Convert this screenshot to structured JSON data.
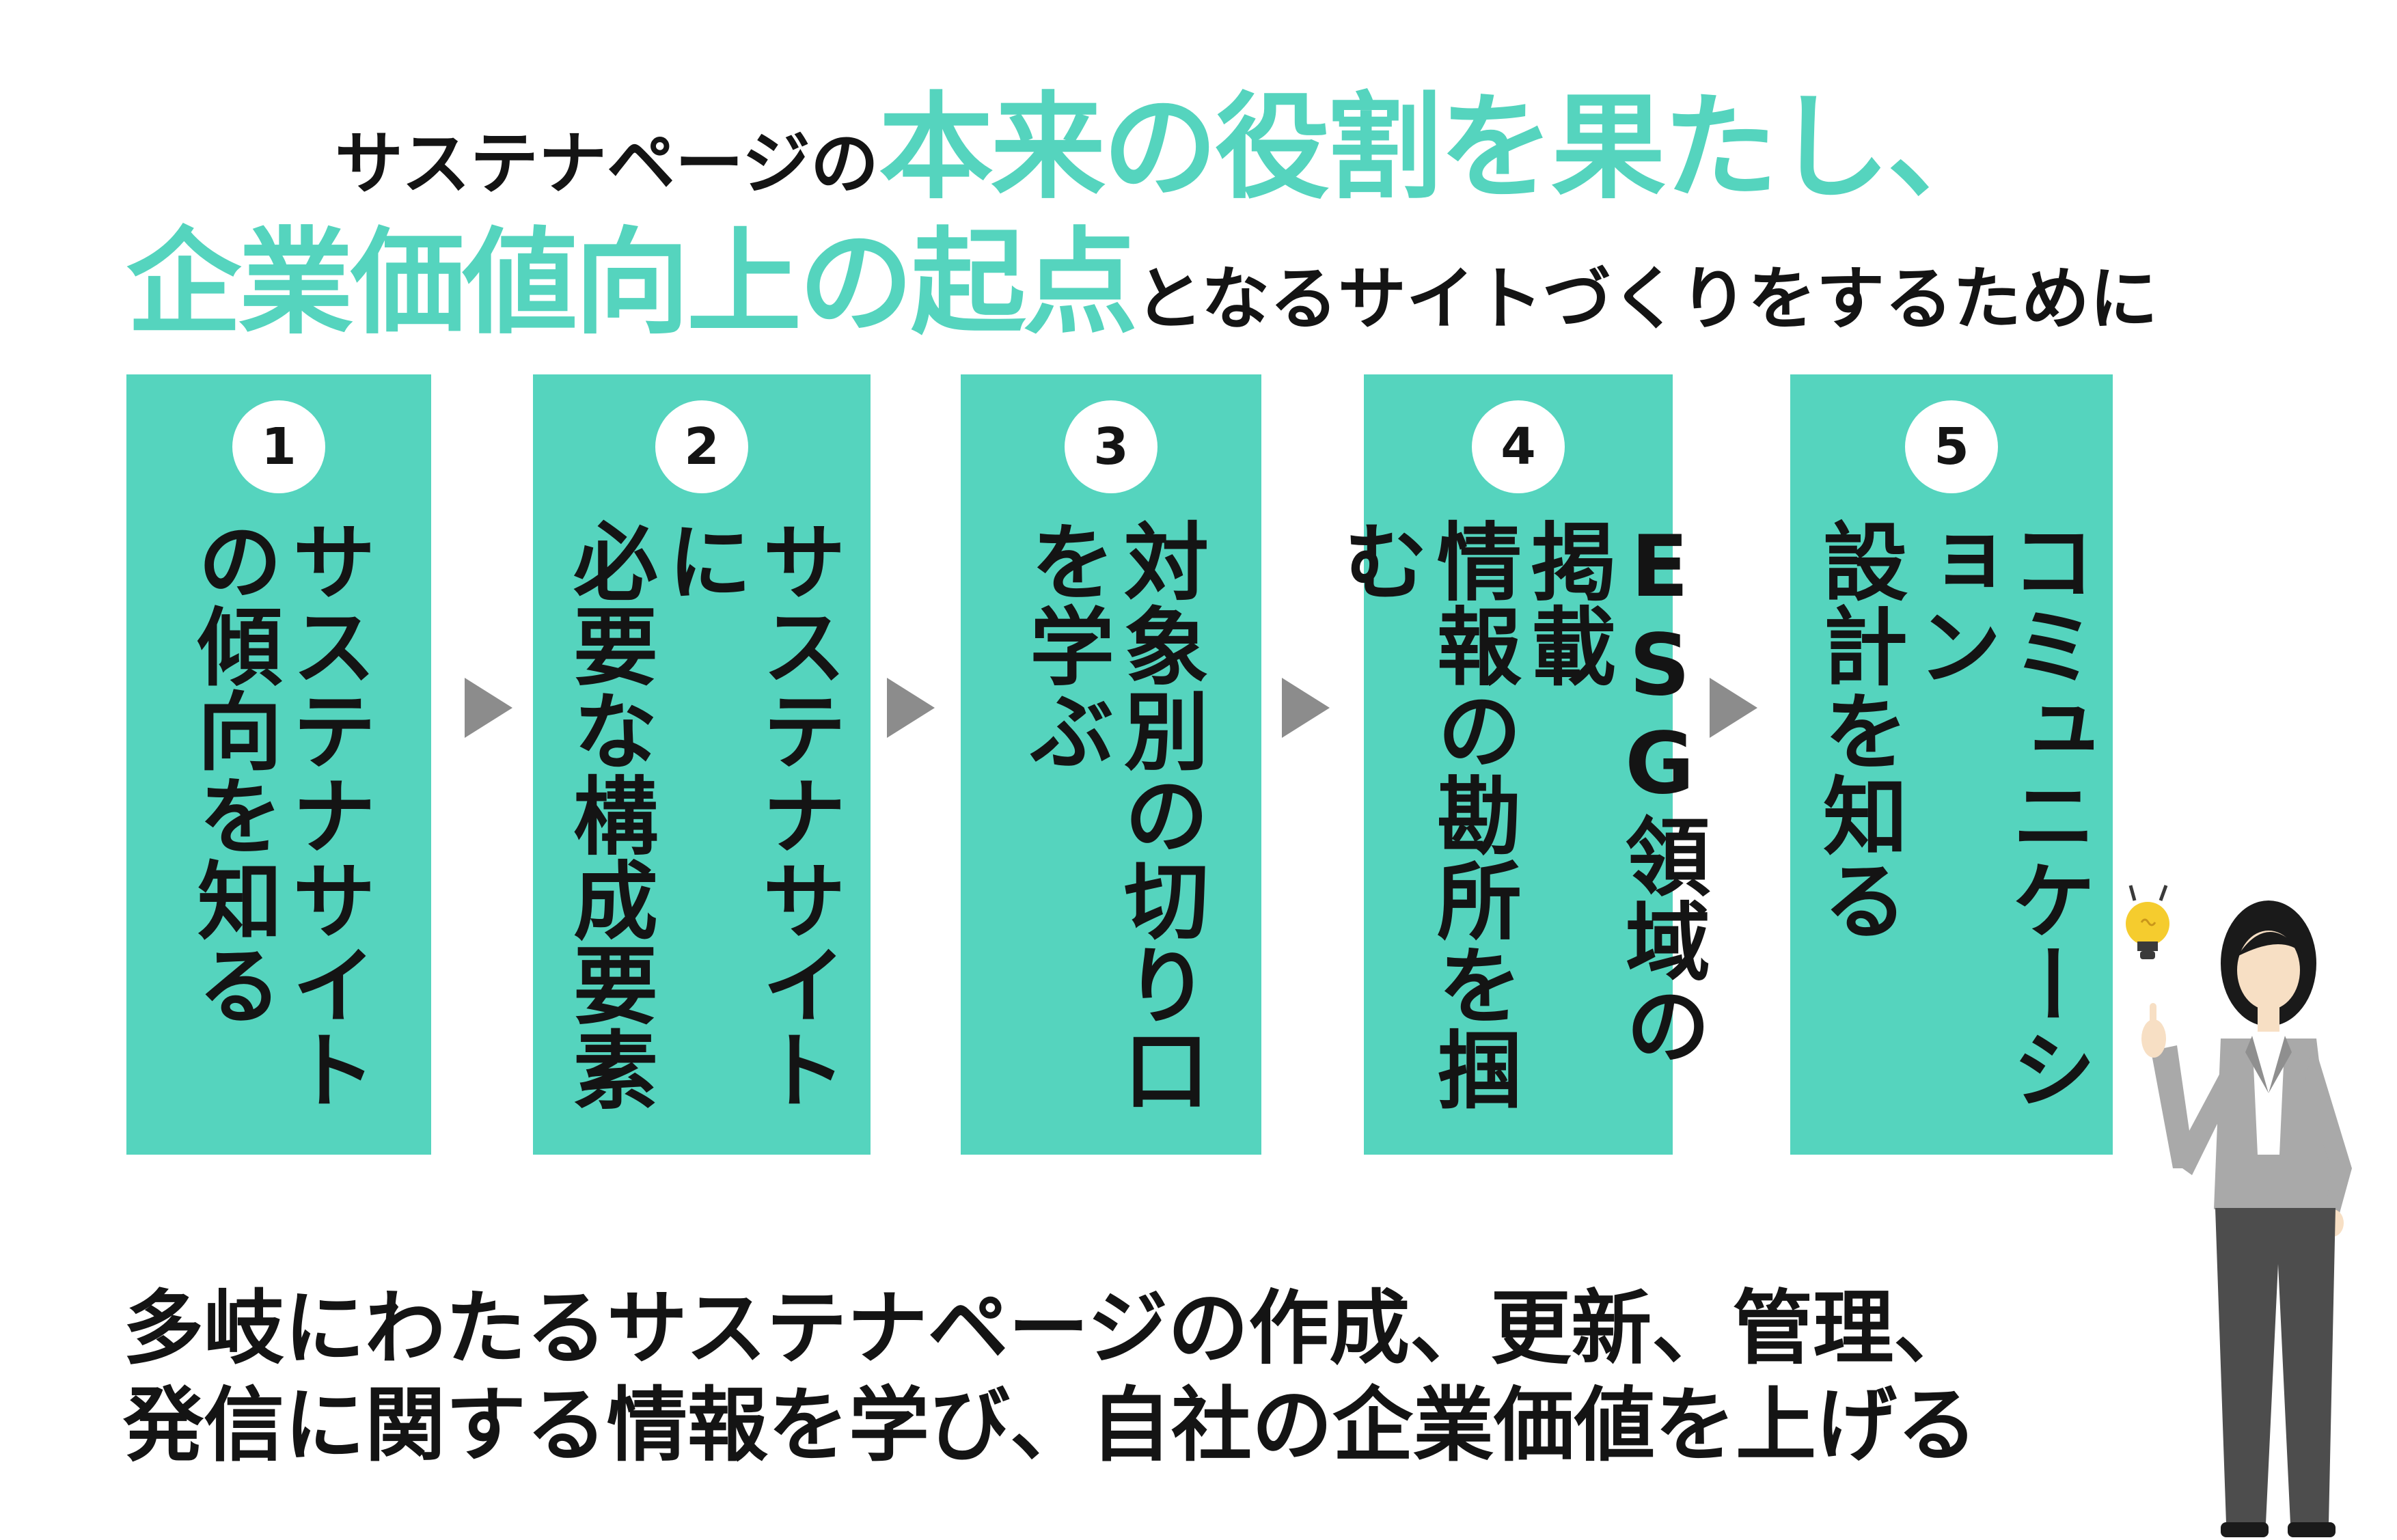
{
  "headline": {
    "line1": {
      "plain": "サステナページの",
      "accent": "本来の役割を果たし、"
    },
    "line2": {
      "accent": "企業価値向上の起点",
      "plain": "となるサイトづくりをするために"
    }
  },
  "steps": [
    {
      "number": "1",
      "text": "サステナサイト\nの傾向を知る"
    },
    {
      "number": "2",
      "text": "サステナサイトに\n必要な構成要素"
    },
    {
      "number": "3",
      "text": "対象別の切り口\nを学ぶ"
    },
    {
      "number": "4",
      "text": "ESG領域の掲載\n情報の勘所を掴む"
    },
    {
      "number": "5",
      "text": "コミュニケーション\n設計を知る"
    }
  ],
  "footer": {
    "line1": "多岐にわたるサステナページの作成、更新、管理、",
    "line2": "発信に関する情報を学び、自社の企業価値を上げる"
  },
  "colors": {
    "teal": "#55d4be",
    "accent": "#55d4be",
    "arrow": "#8c8c8c"
  },
  "icons": {
    "bulb": "lightbulb-icon",
    "arrow": "arrow-right-icon"
  }
}
